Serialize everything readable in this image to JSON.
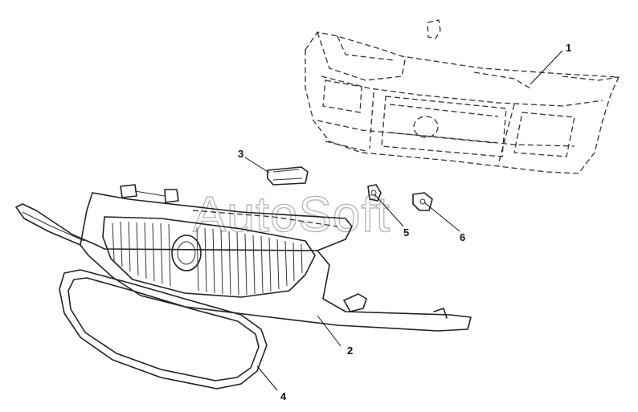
{
  "watermark": "AutoSoft",
  "callouts": [
    {
      "id": "1",
      "label": "1"
    },
    {
      "id": "2",
      "label": "2"
    },
    {
      "id": "3",
      "label": "3"
    },
    {
      "id": "4",
      "label": "4"
    },
    {
      "id": "5",
      "label": "5"
    },
    {
      "id": "6",
      "label": "6"
    }
  ],
  "colors": {
    "line": "#222222",
    "watermark": "#b8b8b8",
    "background": "#ffffff"
  }
}
